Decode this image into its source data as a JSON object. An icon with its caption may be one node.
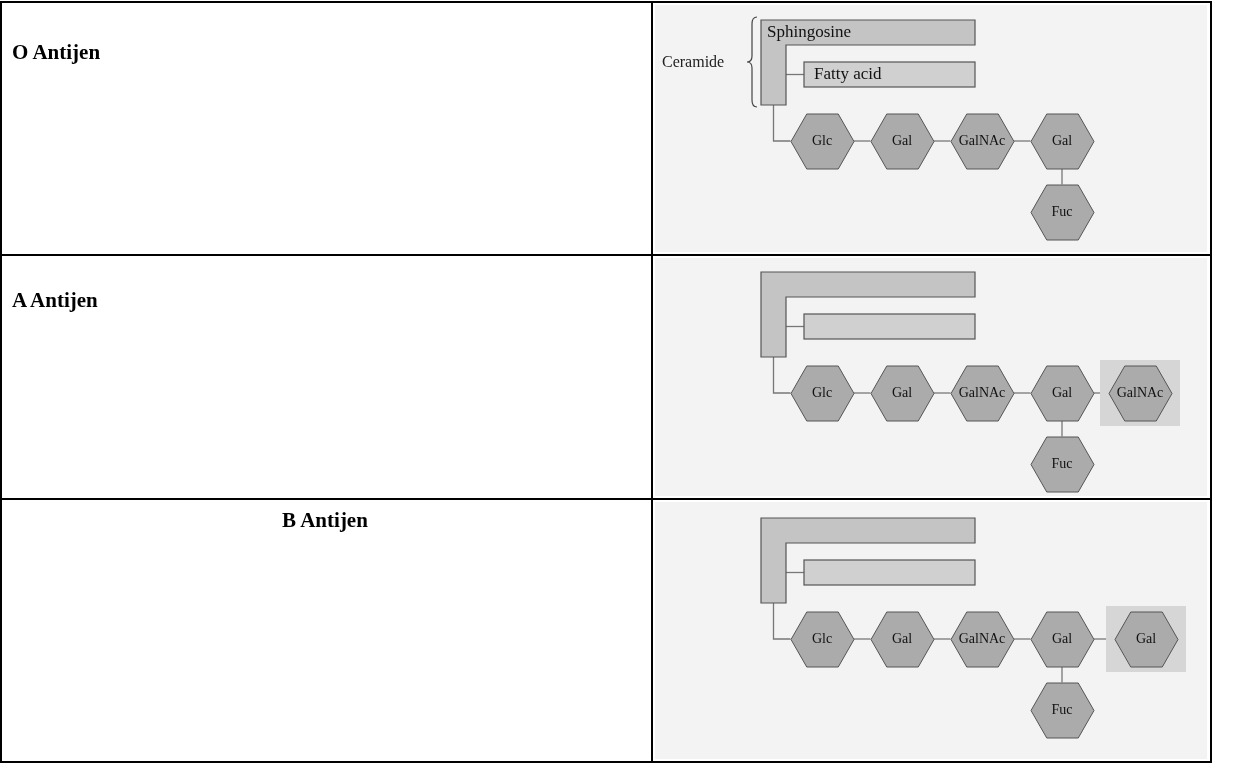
{
  "diagram": {
    "nodes": [
      {
        "text": [
          "Sphingosine"
        ]
      },
      {
        "text": [
          "Fatty acid"
        ]
      },
      {
        "text": [
          "Glc"
        ]
      },
      {
        "text": [
          "Gal"
        ]
      },
      {
        "text": [
          "GalNAc"
        ]
      },
      {
        "text": [
          "Gal"
        ]
      },
      {
        "text": [
          "Fuc"
        ]
      },
      {
        "text": [],
        "shape": "box"
      },
      {
        "text": [],
        "shape": "box"
      },
      {
        "text": [
          "Glc"
        ]
      },
      {
        "text": [
          "Gal"
        ]
      },
      {
        "text": [
          "GalNAc"
        ]
      },
      {
        "text": [
          "Gal"
        ]
      },
      {
        "text": [],
        "shape": "box"
      },
      {
        "text": [
          "GalNAc"
        ],
        "in": 13
      },
      {
        "text": [
          "Fuc"
        ]
      },
      {
        "text": [],
        "shape": "box"
      },
      {
        "text": [],
        "shape": "box"
      },
      {
        "text": [
          "Glc"
        ]
      },
      {
        "text": [
          "Gal"
        ]
      },
      {
        "text": [
          "GalNAc"
        ]
      },
      {
        "text": [
          "Gal"
        ]
      },
      {
        "text": [],
        "shape": "box"
      },
      {
        "text": [
          "Gal"
        ],
        "in": 22
      },
      {
        "text": [
          "Fuc"
        ]
      }
    ],
    "edges": [
      {
        "from": 0,
        "to": 1,
        "arrow": "none"
      },
      {
        "from": 0,
        "to": 2,
        "arrow": "none"
      },
      {
        "from": 2,
        "to": 3,
        "arrow": "none"
      },
      {
        "from": 3,
        "to": 4,
        "arrow": "none"
      },
      {
        "from": 4,
        "to": 5,
        "arrow": "none"
      },
      {
        "from": 5,
        "to": 6,
        "arrow": "none"
      },
      {
        "from": 7,
        "to": 8,
        "arrow": "none"
      },
      {
        "from": 7,
        "to": 9,
        "arrow": "none"
      },
      {
        "from": 9,
        "to": 10,
        "arrow": "none"
      },
      {
        "from": 10,
        "to": 11,
        "arrow": "none"
      },
      {
        "from": 11,
        "to": 12,
        "arrow": "none"
      },
      {
        "from": 12,
        "to": 14,
        "arrow": "none"
      },
      {
        "from": 12,
        "to": 15,
        "arrow": "none"
      },
      {
        "from": 16,
        "to": 17,
        "arrow": "none"
      },
      {
        "from": 16,
        "to": 18,
        "arrow": "none"
      },
      {
        "from": 18,
        "to": 19,
        "arrow": "none"
      },
      {
        "from": 19,
        "to": 20,
        "arrow": "none"
      },
      {
        "from": 20,
        "to": 21,
        "arrow": "none"
      },
      {
        "from": 21,
        "to": 23,
        "arrow": "none"
      },
      {
        "from": 21,
        "to": 24,
        "arrow": "none"
      }
    ],
    "labels": [
      "O Antijen",
      "Ceramide",
      "A Antijen",
      "B Antijen"
    ]
  }
}
